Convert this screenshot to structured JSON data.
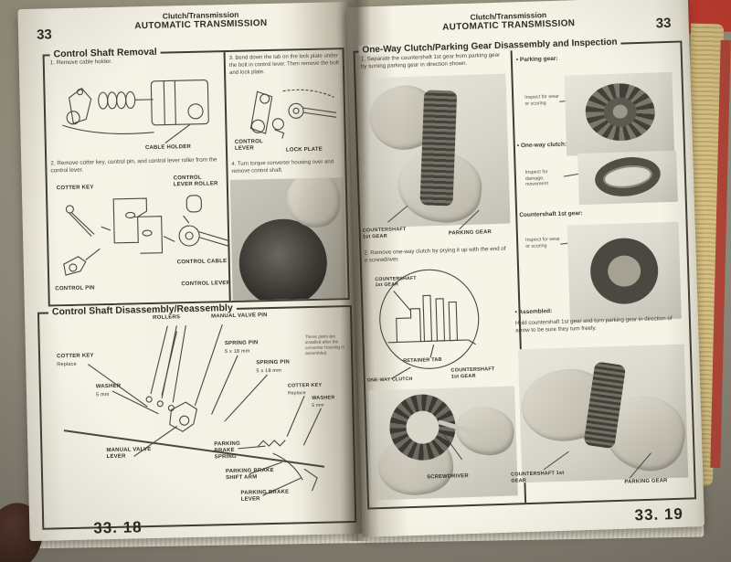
{
  "scene": {
    "background_color": "#8e897c",
    "book_cover_red": "#c0392f",
    "page_edge_yellow": "#d6c17f",
    "page_color": "#f4f1e5",
    "ink_color": "#33302a"
  },
  "left_page": {
    "page_number": "33",
    "header_line1": "Clutch/Transmission",
    "header_line2": "AUTOMATIC TRANSMISSION",
    "footer": "33. 18",
    "removal": {
      "title": "Control Shaft Removal",
      "step1": "1. Remove cable holder.",
      "step2": "2. Remove cotter key, control pin, and control lever roller from the control lever.",
      "step3": "3. Bend down the tab on the lock plate under the bolt in control lever. Then remove the bolt and lock plate.",
      "step4": "4. Turn torque converter housing over and remove control shaft.",
      "labels": {
        "cable_holder": "CABLE HOLDER",
        "cotter_key": "COTTER KEY",
        "control_lever_roller": "CONTROL LEVER ROLLER",
        "control_pin": "CONTROL PIN",
        "control_cable": "CONTROL CABLE",
        "control_lever": "CONTROL LEVER",
        "lock_plate": "LOCK PLATE"
      }
    },
    "disassembly": {
      "title": "Control Shaft Disassembly/Reassembly",
      "labels": {
        "rollers": "ROLLERS",
        "manual_valve_pin": "MANUAL VALVE PIN",
        "cotter_key": "COTTER KEY",
        "replace": "Replace",
        "washer": "WASHER",
        "washer_size": "5 mm",
        "spring_pin": "SPRING PIN",
        "spring_pin_size": "5 x 18 mm",
        "manual_valve_lever": "MANUAL VALVE LEVER",
        "parking_brake_spring": "PARKING BRAKE SPRING",
        "parking_brake_shift_arm": "PARKING BRAKE SHIFT ARM",
        "parking_brake_lever": "PARKING BRAKE LEVER"
      },
      "note": "These parts are installed after the converter housing is assembled."
    }
  },
  "right_page": {
    "page_number": "33",
    "header_line1": "Clutch/Transmission",
    "header_line2": "AUTOMATIC TRANSMISSION",
    "footer": "33. 19",
    "section": {
      "title": "One-Way Clutch/Parking Gear Disassembly and Inspection",
      "step1": "1. Separate the countershaft 1st gear from parking gear by turning parking gear in direction shown.",
      "step2": "2. Remove one-way clutch by prying it up with the end of a screwdriver.",
      "labels": {
        "countershaft_1st_gear": "COUNTERSHAFT 1st GEAR",
        "parking_gear": "PARKING GEAR",
        "retainer_tab": "RETAINER TAB",
        "one_way_clutch": "ONE-WAY CLUTCH",
        "screwdriver": "SCREWDRIVER"
      },
      "inspection": [
        {
          "heading": "• Parking gear:",
          "note": "Inspect for wear or scoring"
        },
        {
          "heading": "• One-way clutch:",
          "note": "Inspect for damage, movement"
        },
        {
          "heading": "• Countershaft 1st gear:",
          "note": "Inspect for wear or scoring"
        },
        {
          "heading": "• Assembled:",
          "note": "Hold countershaft 1st gear and turn parking gear in direction of arrow to be sure they turn freely."
        }
      ]
    }
  }
}
